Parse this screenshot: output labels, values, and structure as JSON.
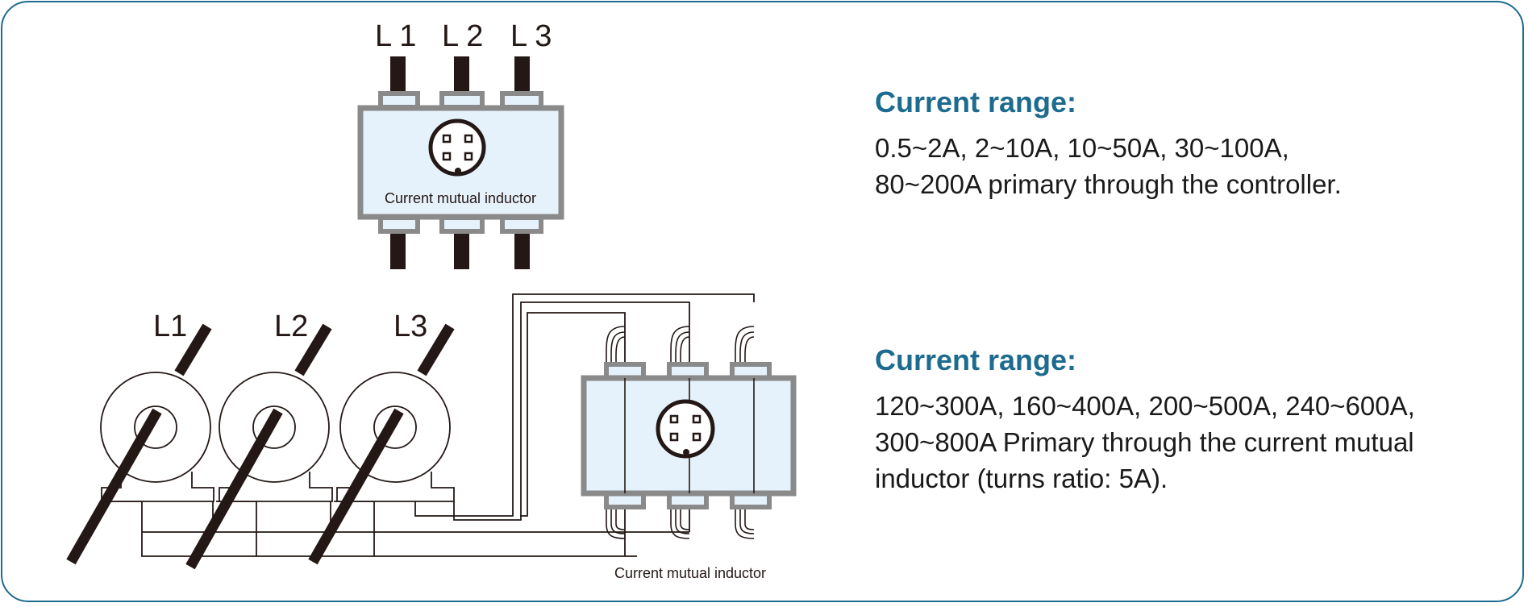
{
  "diagram_top": {
    "phase_labels": [
      "L 1",
      "L 2",
      "L 3"
    ],
    "device_label": "Current mutual inductor"
  },
  "diagram_bottom": {
    "phase_labels": [
      "L1",
      "L2",
      "L3"
    ],
    "device_label": "Current mutual inductor"
  },
  "range_top": {
    "heading": "Current range:",
    "lines": [
      "0.5~2A, 2~10A, 10~50A, 30~100A,",
      "80~200A primary through the controller."
    ]
  },
  "range_bottom": {
    "heading": "Current range:",
    "lines": [
      "120~300A, 160~400A, 200~500A, 240~600A,",
      "300~800A Primary through the current mutual",
      "inductor (turns ratio: 5A)."
    ]
  },
  "colors": {
    "accent": "#1d6b8e",
    "device_fill": "#e6f2fb",
    "device_border": "#8a8a8a",
    "conductor": "#231815"
  }
}
